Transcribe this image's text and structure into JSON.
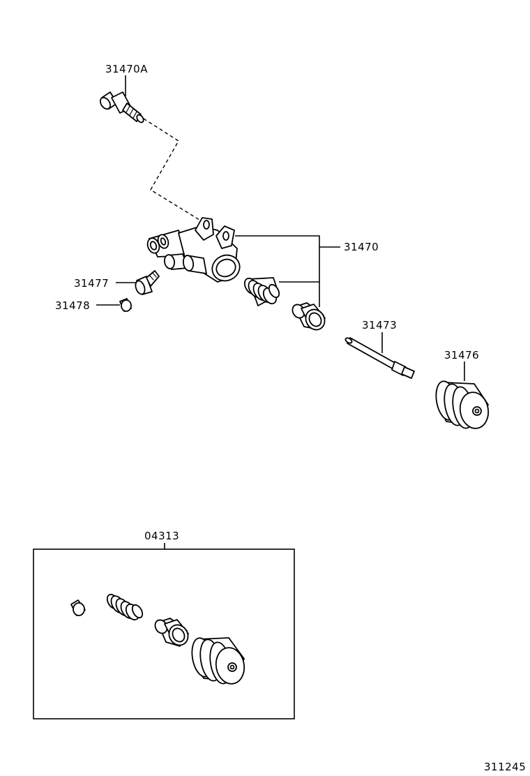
{
  "labels": {
    "bleeder_screw_31470A": "31470A",
    "cylinder_assy_31470": "31470",
    "screw_31477": "31477",
    "cap_31478": "31478",
    "push_rod_31473": "31473",
    "boot_31476": "31476",
    "repair_kit_04313": "04313",
    "illustration_number": "311245"
  }
}
